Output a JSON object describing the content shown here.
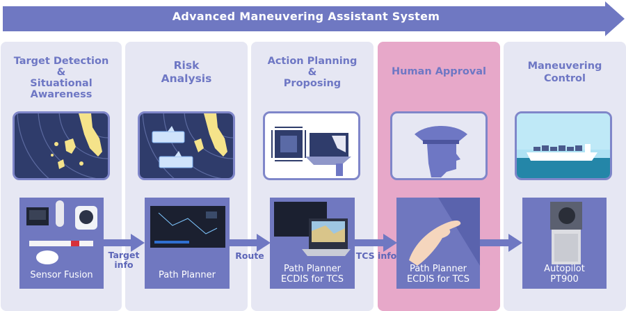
{
  "banner": {
    "title": "Advanced Maneuvering Assistant System"
  },
  "columns": [
    {
      "title": [
        "Target Detection",
        "&",
        "Situational Awareness"
      ],
      "product_label": [
        "Sensor Fusion"
      ],
      "illustration_icon": "radar-detection-icon",
      "product_image": "sensor-equipment-icon"
    },
    {
      "title": [
        "Risk",
        "Analysis"
      ],
      "product_label": [
        "Path Planner"
      ],
      "illustration_icon": "radar-risk-icon",
      "product_image": "path-planner-screen-icon"
    },
    {
      "title": [
        "Action Planning",
        "&",
        "Proposing"
      ],
      "product_label": [
        "Path Planner",
        "ECDIS for TCS"
      ],
      "illustration_icon": "chip-console-icon",
      "product_image": "ecdis-console-icon"
    },
    {
      "title": [
        "Human Approval"
      ],
      "product_label": [
        "Path Planner",
        "ECDIS for TCS"
      ],
      "illustration_icon": "captain-head-icon",
      "product_image": "touch-hand-icon"
    },
    {
      "title": [
        "Maneuvering",
        "Control"
      ],
      "product_label": [
        "Autopilot",
        "PT900"
      ],
      "illustration_icon": "container-ship-icon",
      "product_image": "autopilot-unit-icon"
    }
  ],
  "flows": [
    {
      "label": [
        "Target",
        "info"
      ]
    },
    {
      "label": [
        "Route"
      ]
    },
    {
      "label": [
        "TCS info"
      ]
    },
    {
      "label": [
        ""
      ]
    }
  ],
  "colors": {
    "banner": "#6f78c2",
    "column_bg": "#e6e7f3",
    "highlight_bg": "#e7a8c9",
    "title_text": "#6e77c4",
    "card_dark": "#2f3c6b",
    "product_bg": "#7078c0",
    "arrow": "#6f78c2"
  }
}
